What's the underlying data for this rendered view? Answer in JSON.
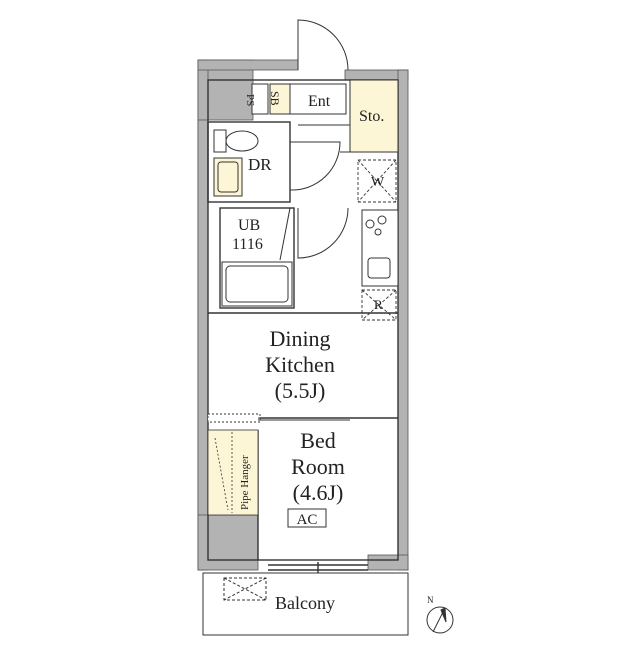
{
  "rooms": {
    "ps": "PS",
    "sb": "SB",
    "entrance": "Ent",
    "storage": "Sto.",
    "dressing_room": "DR",
    "washer": "W",
    "unit_bath": "UB",
    "unit_bath_size": "1116",
    "refrigerator": "R",
    "dining_kitchen": [
      "Dining",
      "Kitchen",
      "(5.5J)"
    ],
    "bed_room": [
      "Bed",
      "Room",
      "(4.6J)"
    ],
    "air_conditioner": "AC",
    "pipe_hanger": "Pipe Hanger",
    "balcony": "Balcony",
    "north": "N"
  },
  "colors": {
    "wall": "#b3b3b3",
    "fill_accent": "#fdf6d6",
    "line": "#333333"
  }
}
